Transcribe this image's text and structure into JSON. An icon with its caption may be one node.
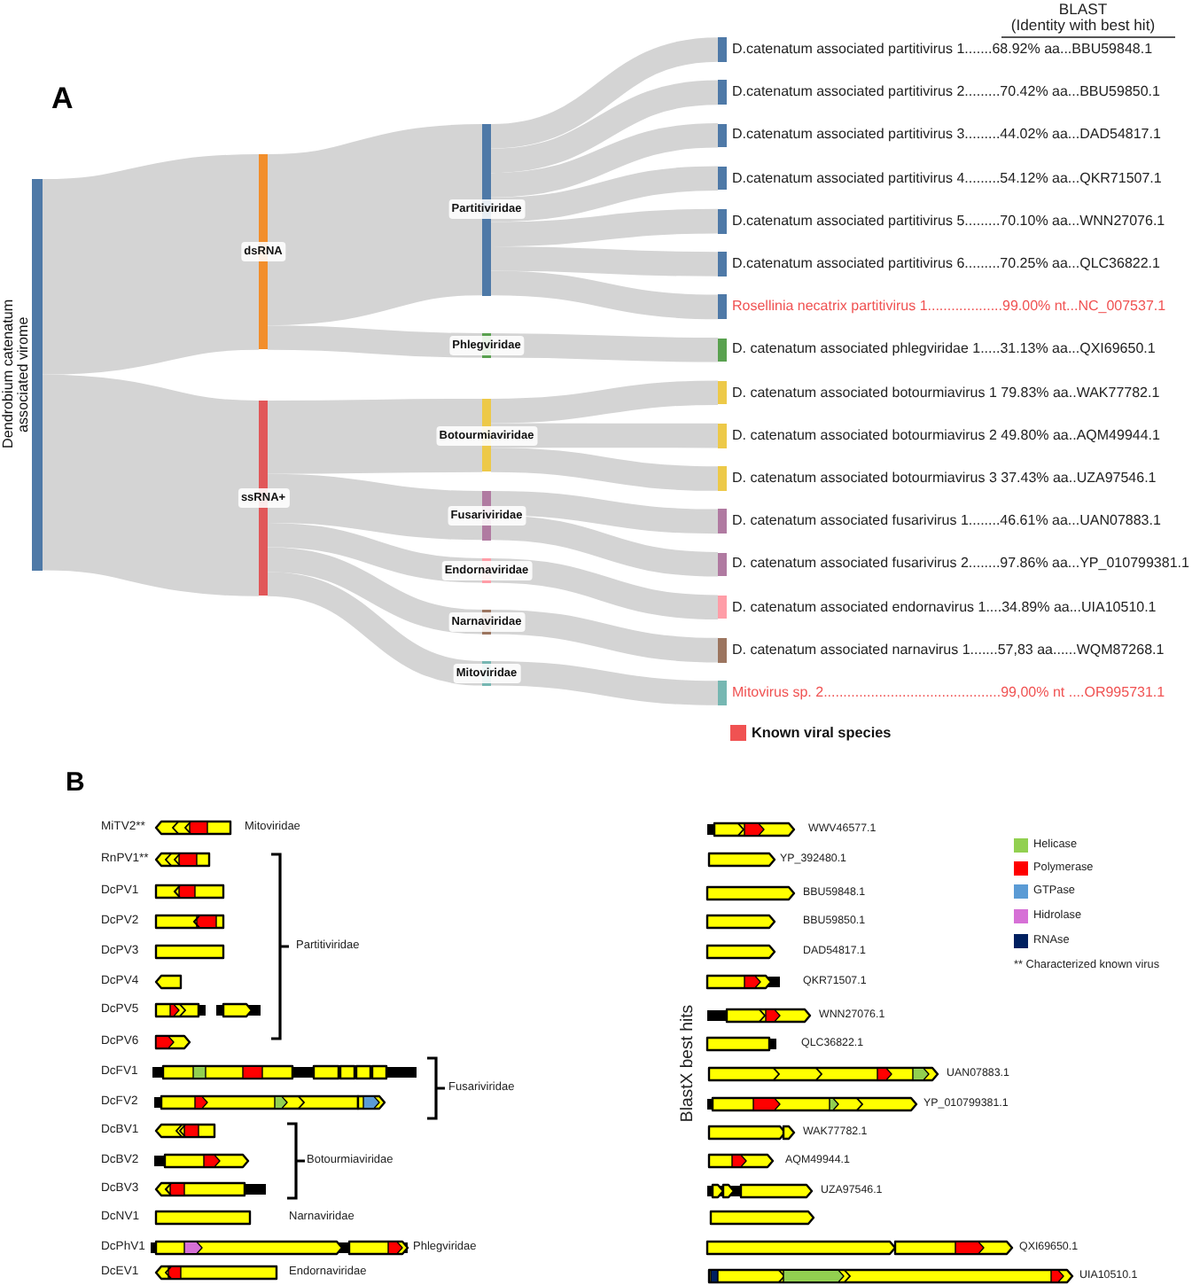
{
  "diagram": {
    "nodes": [
      {
        "text": [
          "Dendrobium catenatum associated virome"
        ]
      },
      {
        "text": [
          "dsRNA"
        ]
      },
      {
        "text": [
          "ssRNA+"
        ]
      },
      {
        "text": [
          "Partitiviridae"
        ]
      },
      {
        "text": [
          "Phlegviridae"
        ]
      },
      {
        "text": [
          "Botourmiaviridae"
        ]
      },
      {
        "text": [
          "Fusariviridae"
        ]
      },
      {
        "text": [
          "Endornaviridae"
        ]
      },
      {
        "text": [
          "Narnaviridae"
        ]
      },
      {
        "text": [
          "Mitoviridae"
        ]
      },
      {
        "text": [
          "D.catenatum associated partitivirus 1.......68.92% aa...BBU59848.1"
        ]
      },
      {
        "text": [
          "D.catenatum associated partitivirus 2.........70.42% aa...BBU59850.1"
        ]
      },
      {
        "text": [
          "D.catenatum associated partitivirus 3.........44.02% aa...DAD54817.1"
        ]
      },
      {
        "text": [
          "D.catenatum associated partitivirus 4.........54.12% aa...QKR71507.1"
        ]
      },
      {
        "text": [
          "D.catenatum associated partitivirus 5.........70.10% aa...WNN27076.1"
        ]
      },
      {
        "text": [
          "D.catenatum associated partitivirus 6.........70.25% aa...QLC36822.1"
        ]
      },
      {
        "text": [
          "Rosellinia necatrix partitivirus 1...................99.00% nt...NC_007537.1"
        ]
      },
      {
        "text": [
          "D. catenatum associated phlegviridae 1.....31.13% aa...QXI69650.1"
        ]
      },
      {
        "text": [
          "D. catenatum associated botourmiavirus 1 79.83% aa..WAK77782.1"
        ]
      },
      {
        "text": [
          "D. catenatum associated botourmiavirus 2 49.80% aa..AQM49944.1"
        ]
      },
      {
        "text": [
          "D. catenatum associated botourmiavirus 3 37.43% aa..UZA97546.1"
        ]
      },
      {
        "text": [
          "D. catenatum associated fusarivirus 1........46.61% aa...UAN07883.1"
        ]
      },
      {
        "text": [
          "D. catenatum associated fusarivirus 2........97.86% aa...YP_010799381.1"
        ]
      },
      {
        "text": [
          "D. catenatum associated endornavirus 1....34.89% aa...UIA10510.1"
        ]
      },
      {
        "text": [
          "D. catenatum associated narnavirus 1.......57,83 aa......WQM87268.1"
        ]
      },
      {
        "text": [
          "Mitovirus sp. 2.............................................99,00% nt ....OR995731.1"
        ]
      }
    ],
    "edges": [
      {
        "from": 0,
        "to": 1,
        "arrow": "none",
        "style": "thick"
      },
      {
        "from": 0,
        "to": 2,
        "arrow": "none",
        "style": "thick"
      },
      {
        "from": 1,
        "to": 3,
        "arrow": "none",
        "style": "thick"
      },
      {
        "from": 1,
        "to": 4,
        "arrow": "none"
      },
      {
        "from": 2,
        "to": 5,
        "arrow": "none",
        "style": "thick"
      },
      {
        "from": 2,
        "to": 6,
        "arrow": "none",
        "style": "thick"
      },
      {
        "from": 2,
        "to": 7,
        "arrow": "none"
      },
      {
        "from": 2,
        "to": 8,
        "arrow": "none"
      },
      {
        "from": 2,
        "to": 9,
        "arrow": "none"
      },
      {
        "from": 3,
        "to": 10,
        "arrow": "none"
      },
      {
        "from": 3,
        "to": 11,
        "arrow": "none"
      },
      {
        "from": 3,
        "to": 12,
        "arrow": "none"
      },
      {
        "from": 3,
        "to": 13,
        "arrow": "none"
      },
      {
        "from": 3,
        "to": 14,
        "arrow": "none"
      },
      {
        "from": 3,
        "to": 15,
        "arrow": "none"
      },
      {
        "from": 3,
        "to": 16,
        "arrow": "none"
      },
      {
        "from": 4,
        "to": 17,
        "arrow": "none"
      },
      {
        "from": 5,
        "to": 18,
        "arrow": "none"
      },
      {
        "from": 5,
        "to": 19,
        "arrow": "none"
      },
      {
        "from": 5,
        "to": 20,
        "arrow": "none"
      },
      {
        "from": 6,
        "to": 21,
        "arrow": "none"
      },
      {
        "from": 6,
        "to": 22,
        "arrow": "none"
      },
      {
        "from": 7,
        "to": 23,
        "arrow": "none"
      },
      {
        "from": 8,
        "to": 24,
        "arrow": "none"
      },
      {
        "from": 9,
        "to": 25,
        "arrow": "none"
      }
    ],
    "labels": [
      "A",
      "BLAST",
      "(Identity with best hit)",
      "B",
      "MiTV2**",
      "RnPV1**",
      "DcPV1",
      "DcPV2",
      "DcPV3",
      "DcPV4",
      "DcPV5",
      "DcPV6",
      "DcFV1",
      "DcFV2",
      "DcBV1",
      "DcBV2",
      "DcBV3",
      "DcNV1",
      "DcPhV1",
      "DcEV1",
      "Mitoviridae",
      "Partitiviridae",
      "Fusariviridae",
      "Botourmiaviridae",
      "Narnaviridae",
      "Phlegviridae",
      "Endornaviridae",
      "BlastX best hits",
      "WWV46577.1",
      "YP_392480.1",
      "BBU59848.1",
      "BBU59850.1",
      "DAD54817.1",
      "QKR71507.1",
      "WNN27076.1",
      "QLC36822.1",
      "UAN07883.1",
      "YP_010799381.1",
      "WAK77782.1",
      "AQM49944.1",
      "UZA97546.1",
      "QXI69650.1",
      "UIA10510.1"
    ],
    "legend": [
      {
        "text": "Known viral species",
        "color": "#f05252"
      },
      {
        "text": "Helicase",
        "color": "#92d050"
      },
      {
        "text": "Polymerase",
        "color": "#ff0000"
      },
      {
        "text": "GTPase",
        "color": "#5b9bd5"
      },
      {
        "text": "Hidrolase",
        "color": "#d670d6"
      },
      {
        "text": "RNAse",
        "color": "#002060"
      },
      {
        "text": "** Characterized known virus"
      }
    ]
  }
}
